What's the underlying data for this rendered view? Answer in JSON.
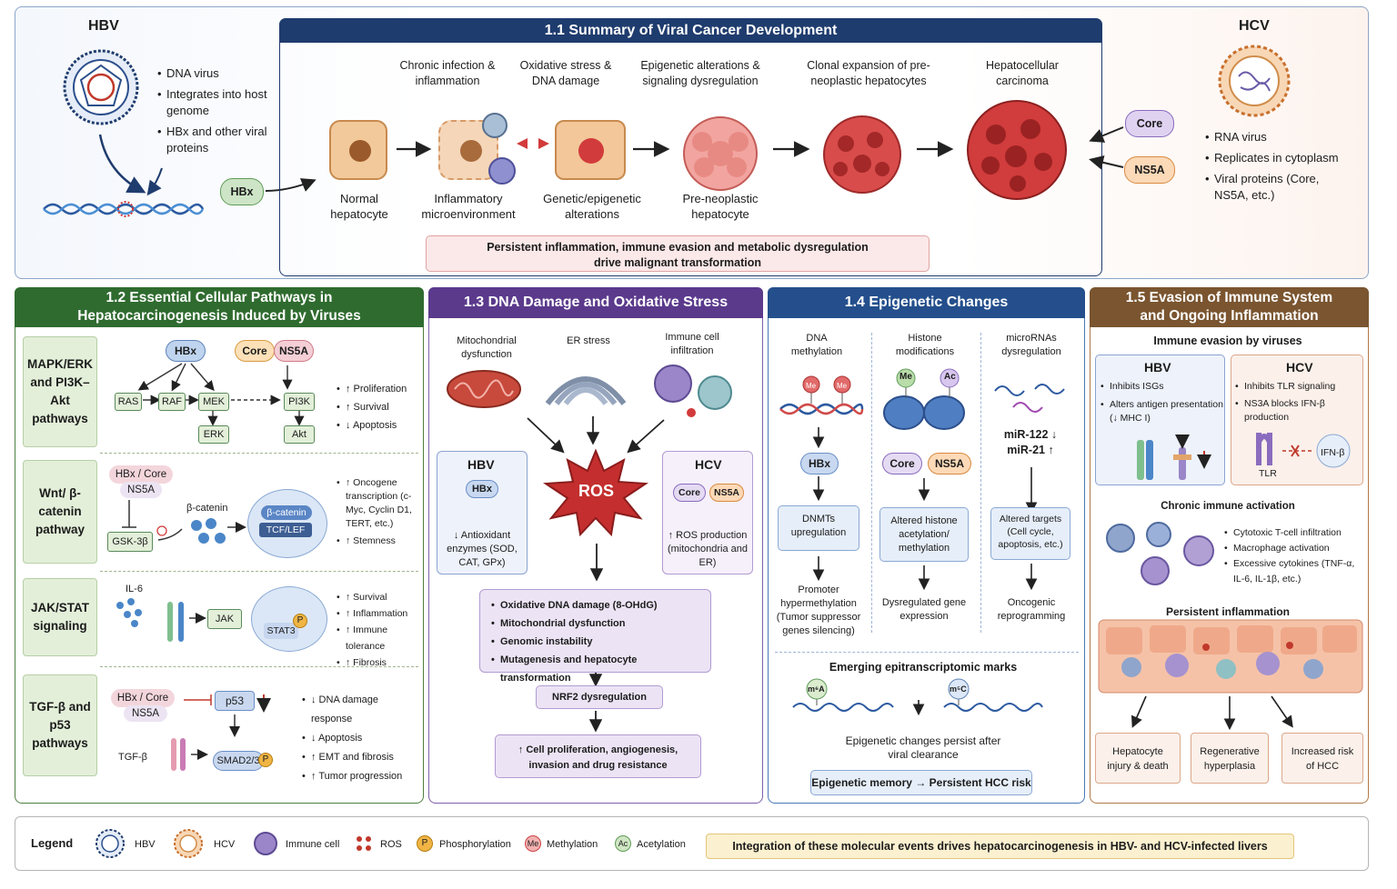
{
  "top": {
    "hbv_title": "HBV",
    "hcv_title": "HCV",
    "hbv_list": [
      "DNA virus",
      "Integrates into host genome",
      "HBx and other viral proteins"
    ],
    "hcv_list": [
      "RNA virus",
      "Replicates in cytoplasm",
      "Viral proteins (Core, NS5A, etc.)"
    ],
    "hbx_label": "HBx",
    "core_label": "Core",
    "ns5a_label": "NS5A",
    "summary_title": "1.1  Summary of Viral Cancer Development",
    "stages_top": [
      "Chronic infection & inflammation",
      "Oxidative stress & DNA damage",
      "Epigenetic alterations & signaling dysregulation",
      "Clonal expansion of pre-neoplastic hepatocytes",
      "Hepatocellular carcinoma"
    ],
    "stages_bottom": [
      "Normal hepatocyte",
      "Inflammatory microenvironment",
      "Genetic/epigenetic alterations",
      "Pre-neoplastic hepatocyte"
    ],
    "persistent": "Persistent inflammation, immune evasion and metabolic dysregulation drive malignant transformation"
  },
  "s12": {
    "title": "1.2  Essential Cellular Pathways in Hepatocarcinogenesis Induced by Viruses",
    "mapk": {
      "label": "MAPK/ERK and PI3K–Akt pathways",
      "hbx": "HBx",
      "core": "Core",
      "ns5a": "NS5A",
      "nodes": [
        "RAS",
        "RAF",
        "MEK",
        "PI3K",
        "ERK",
        "Akt"
      ],
      "effects": [
        "↑ Proliferation",
        "↑ Survival",
        "↓ Apoptosis"
      ]
    },
    "wnt": {
      "label": "Wnt/ β-catenin pathway",
      "viral": "HBx / Core",
      "ns5a": "NS5A",
      "gsk": "GSK-3β",
      "bcat": "β-catenin",
      "bcat_nuc": "β-catenin",
      "tcf": "TCF/LEF",
      "effects": [
        "↑ Oncogene transcription (c-Myc, Cyclin D1, TERT, etc.)",
        "↑ Stemness"
      ]
    },
    "jak": {
      "label": "JAK/STAT signaling",
      "il6": "IL-6",
      "jak": "JAK",
      "stat3": "STAT3",
      "p": "P",
      "effects": [
        "↑ Survival",
        "↑ Inflammation",
        "↑ Immune tolerance",
        "↑ Fibrosis"
      ]
    },
    "tgf": {
      "label": "TGF-β and p53 pathways",
      "viral": "HBx / Core",
      "ns5a": "NS5A",
      "p53": "p53",
      "tgfb": "TGF-β",
      "smad": "SMAD2/3",
      "p": "P",
      "effects": [
        "↓ DNA damage response",
        "↓ Apoptosis",
        "↑ EMT and fibrosis",
        "↑ Tumor progression"
      ]
    }
  },
  "s13": {
    "title": "1.3  DNA Damage and Oxidative Stress",
    "sources": [
      "Mitochondrial dysfunction",
      "ER stress",
      "Immune cell infiltration"
    ],
    "ros": "ROS",
    "hbv": {
      "title": "HBV",
      "hbx": "HBx",
      "text": "↓ Antioxidant enzymes (SOD, CAT, GPx)"
    },
    "hcv": {
      "title": "HCV",
      "core": "Core",
      "ns5a": "NS5A",
      "text": "↑ ROS production (mitochondria and ER)"
    },
    "outcomes": [
      "Oxidative DNA damage (8-OHdG)",
      "Mitochondrial dysfunction",
      "Genomic instability",
      "Mutagenesis and hepatocyte transformation"
    ],
    "nrf2": "NRF2 dysregulation",
    "final": "↑ Cell proliferation, angiogenesis, invasion and drug resistance"
  },
  "s14": {
    "title": "1.4  Epigenetic Changes",
    "cols": [
      "DNA methylation",
      "Histone modifications",
      "microRNAs dysregulation"
    ],
    "me": "Me",
    "ac": "Ac",
    "hbx": "HBx",
    "core": "Core",
    "ns5a": "NS5A",
    "mir": "miR-122 ↓ miR-21 ↑",
    "mid": [
      "DNMTs upregulation",
      "Altered histone acetylation/ methylation",
      "Altered targets (Cell cycle, apoptosis, etc.)"
    ],
    "bottom": [
      "Promoter hypermethylation (Tumor suppressor genes silencing)",
      "Dysregulated gene expression",
      "Oncogenic reprogramming"
    ],
    "epitrans": "Emerging epitranscriptomic marks",
    "m6a": "m⁶A",
    "m5c": "m⁵C",
    "persist": "Epigenetic changes persist after viral clearance",
    "memory": "Epigenetic memory → Persistent HCC risk"
  },
  "s15": {
    "title": "1.5  Evasion of Immune System and Ongoing Inflammation",
    "evasion": "Immune evasion by viruses",
    "hbv": {
      "title": "HBV",
      "items": [
        "Inhibits ISGs",
        "Alters antigen presentation (↓ MHC I)"
      ]
    },
    "hcv": {
      "title": "HCV",
      "items": [
        "Inhibits TLR signaling",
        "NS3A blocks IFN-β production"
      ],
      "tlr": "TLR",
      "ifn": "IFN-β"
    },
    "chronic": "Chronic immune activation",
    "chronic_items": [
      "Cytotoxic T-cell infiltration",
      "Macrophage activation",
      "Excessive cytokines (TNF-α, IL-6, IL-1β, etc.)"
    ],
    "persistent": "Persistent inflammation",
    "outcomes": [
      "Hepatocyte injury & death",
      "Regenerative hyperplasia",
      "Increased risk of HCC"
    ]
  },
  "legend": {
    "title": "Legend",
    "items": [
      "HBV",
      "HCV",
      "Immune cell",
      "ROS",
      "Phosphorylation",
      "Methylation",
      "Acetylation"
    ],
    "p": "P",
    "me": "Me",
    "ac": "Ac",
    "integration": "Integration of these molecular events drives hepatocarcinogenesis in HBV- and HCV-infected livers"
  },
  "colors": {
    "navy": "#1f3c6e",
    "green": "#2f6b2f",
    "purple": "#5b3a8c",
    "blue": "#244f8c",
    "brown": "#7a5530"
  }
}
